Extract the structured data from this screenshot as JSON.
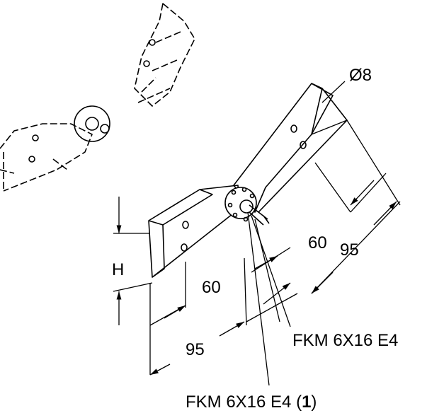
{
  "labels": {
    "bolt_diameter": "Ø8",
    "dim_hole_spacing_right": "60",
    "dim_length_right": "95",
    "dim_height": "H",
    "dim_hole_spacing_left": "60",
    "dim_length_left": "95",
    "fastener_upper": "FKM 6X16 E4",
    "fastener_lower_prefix": "FKM 6X16 E4 (",
    "fastener_lower_qty": "1",
    "fastener_lower_suffix": ")"
  }
}
